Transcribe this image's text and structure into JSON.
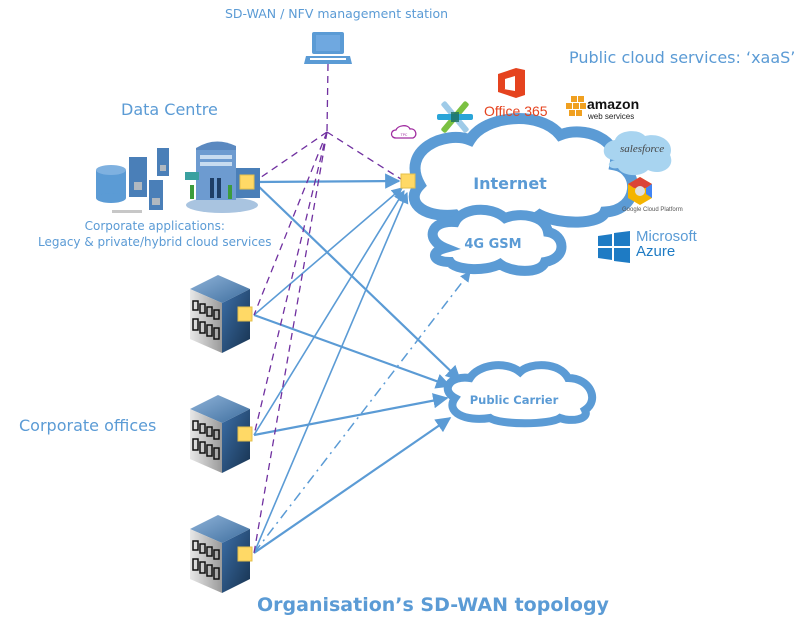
{
  "labels": {
    "management_station": "SD-WAN / NFV management station",
    "data_centre": "Data Centre",
    "corporate_apps_line1": "Corporate applications:",
    "corporate_apps_line2": "Legacy & private/hybrid cloud services",
    "corporate_offices": "Corporate offices",
    "public_cloud": "Public cloud services: ‘xaaS’",
    "title": "Organisation’s SD-WAN topology"
  },
  "clouds": {
    "internet": "Internet",
    "gsm": "4G GSM",
    "carrier": "Public Carrier"
  },
  "providers": {
    "office365": "Office 365",
    "amazon": "amazon",
    "amazon_sub": "web services",
    "salesforce": "salesforce",
    "google": "Google Cloud Platform",
    "azure_1": "Microsoft",
    "azure_2": "Azure",
    "cisco": "cisco-spark-icon",
    "tpc": "TPC"
  },
  "nodes": [
    {
      "id": "mgmt",
      "type": "laptop",
      "name": "SD-WAN / NFV management station"
    },
    {
      "id": "dc",
      "type": "datacentre",
      "name": "Data Centre"
    },
    {
      "id": "office1",
      "type": "office"
    },
    {
      "id": "office2",
      "type": "office"
    },
    {
      "id": "office3",
      "type": "office"
    },
    {
      "id": "internet",
      "type": "cloud"
    },
    {
      "id": "gsm",
      "type": "cloud"
    },
    {
      "id": "carrier",
      "type": "cloud"
    }
  ],
  "links": [
    {
      "from": "dc",
      "to": "internet",
      "style": "solid"
    },
    {
      "from": "dc",
      "to": "carrier",
      "style": "solid"
    },
    {
      "from": "office1",
      "to": "internet",
      "style": "solid"
    },
    {
      "from": "office1",
      "to": "carrier",
      "style": "solid"
    },
    {
      "from": "office2",
      "to": "internet",
      "style": "solid"
    },
    {
      "from": "office2",
      "to": "carrier",
      "style": "solid"
    },
    {
      "from": "office3",
      "to": "internet",
      "style": "solid"
    },
    {
      "from": "office3",
      "to": "carrier",
      "style": "solid"
    },
    {
      "from": "office3",
      "to": "gsm",
      "style": "dash-dot"
    },
    {
      "from": "mgmt",
      "to": "dc",
      "style": "dashed"
    },
    {
      "from": "mgmt",
      "to": "internet",
      "style": "dashed"
    },
    {
      "from": "mgmt",
      "to": "office1",
      "style": "dashed"
    },
    {
      "from": "mgmt",
      "to": "office2",
      "style": "dashed"
    },
    {
      "from": "mgmt",
      "to": "office3",
      "style": "dashed"
    }
  ],
  "colors": {
    "accent": "#5b9bd5",
    "management_link": "#7030a0",
    "router": "#ffd966"
  }
}
